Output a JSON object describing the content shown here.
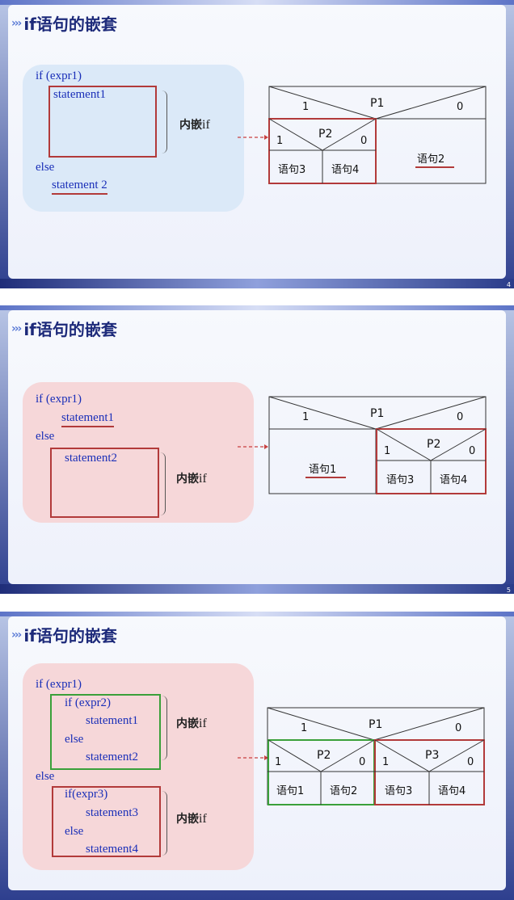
{
  "slides": [
    {
      "title": "if语句的嵌套",
      "page": "4",
      "code": [
        "if (expr1)",
        "statement1",
        "else",
        "statement 2"
      ],
      "nested_label_pre": "内嵌",
      "nested_label_post": "if",
      "diagram": {
        "p1": "P1",
        "one": "1",
        "zero": "0",
        "p2": "P2",
        "cell_a": "语句3",
        "cell_b": "语句4",
        "other": "语句2"
      }
    },
    {
      "title": "if语句的嵌套",
      "page": "5",
      "code": [
        "if (expr1)",
        "statement1",
        "else",
        "statement2"
      ],
      "nested_label_pre": "内嵌",
      "nested_label_post": "if",
      "diagram": {
        "p1": "P1",
        "one": "1",
        "zero": "0",
        "p2": "P2",
        "cell_a": "语句3",
        "cell_b": "语句4",
        "other": "语句1"
      }
    },
    {
      "title": "if语句的嵌套",
      "code": [
        "if (expr1)",
        "if (expr2)",
        "statement1",
        "else",
        "statement2",
        "else",
        "if(expr3)",
        "statement3",
        "else",
        "statement4"
      ],
      "nested_label_pre": "内嵌",
      "nested_label_post": "if",
      "diagram": {
        "p1": "P1",
        "one": "1",
        "zero": "0",
        "p2": "P2",
        "p3": "P3",
        "c1": "语句1",
        "c2": "语句2",
        "c3": "语句3",
        "c4": "语句4"
      }
    }
  ],
  "colors": {
    "title": "#1d2a7a",
    "code": "#1a2fb8",
    "red": "#b23a3a",
    "green": "#3aa03a",
    "blue_box": "#dbe9f8",
    "pink_box": "#f6d7d9"
  }
}
